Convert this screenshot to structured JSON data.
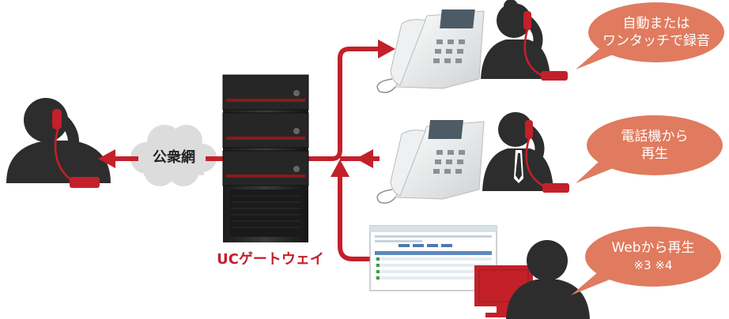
{
  "network": {
    "cloud_label": "公衆網"
  },
  "gateway": {
    "label": "UCゲートウェイ"
  },
  "bubbles": [
    {
      "line1": "自動または",
      "line2": "ワンタッチで録音"
    },
    {
      "line1": "電話機から",
      "line2": "再生"
    },
    {
      "line1": "Webから再生",
      "line2": "※3 ※4"
    }
  ],
  "colors": {
    "accent_red": "#c3202a",
    "bubble": "#e07b5f",
    "person": "#2d2d2d",
    "cloud": "#dcdcdc"
  }
}
